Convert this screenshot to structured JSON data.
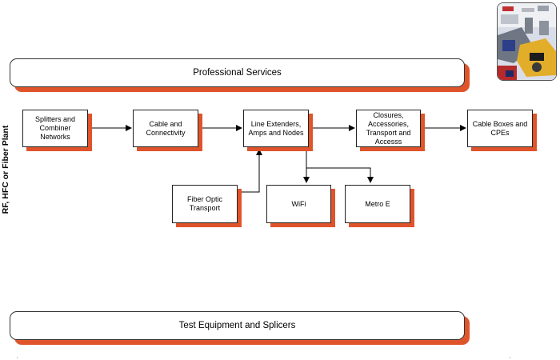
{
  "side_label": "RF, HFC or Fiber Plant",
  "bands": {
    "top": "Professional Services",
    "bottom": "Test Equipment and Splicers"
  },
  "nodes": {
    "splitters": "Splitters and\nCombiner\nNetworks",
    "cable": "Cable and\nConnectivity",
    "line_extenders": "Line Extenders,\nAmps and Nodes",
    "closures": "Closures,\nAccessories,\nTransport and\nAccesss",
    "cable_boxes": "Cable Boxes and\nCPEs",
    "fiber_optic": "Fiber Optic\nTransport",
    "wifi": "WiFi",
    "metro_e": "Metro E"
  },
  "colors": {
    "shadow": "#e0542c",
    "border": "#222222"
  },
  "photo": {
    "icon": "field-equipment-photo"
  }
}
